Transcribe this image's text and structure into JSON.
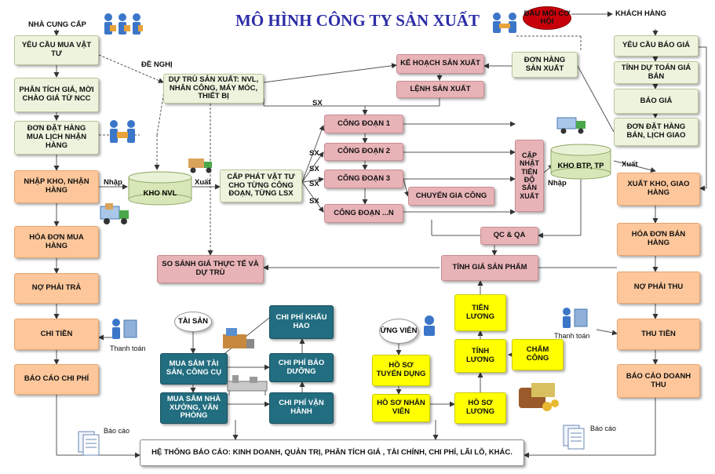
{
  "title": "MÔ HÌNH CÔNG TY SẢN XUẤT",
  "left_column": {
    "header": "NHÀ CUNG CẤP",
    "steps": [
      "YÊU CẦU MUA VẬT TƯ",
      "PHÂN TÍCH GIÁ, MỜI CHÀO GIÁ TỪ NCC",
      "ĐƠN ĐẶT HÀNG MUA LỊCH NHẬN HÀNG",
      "NHẬP KHO, NHẬN HÀNG",
      "HÓA ĐƠN MUA HÀNG",
      "NỢ PHẢI TRẢ",
      "CHI TIỀN",
      "BÁO CÁO CHI PHÍ"
    ]
  },
  "right_column": {
    "opportunity": "ĐẦU MỐI CƠ HỘI",
    "header": "KHÁCH HÀNG",
    "steps_top": [
      "YÊU CẦU BÁO GIÁ",
      "TÍNH DỰ TOÁN GIÁ BÁN",
      "BÁO GIÁ",
      "ĐƠN ĐẶT HÀNG BÁN, LỊCH GIAO"
    ],
    "steps_bottom": [
      "XUẤT KHO, GIAO HÀNG",
      "HÓA ĐƠN BÁN HÀNG",
      "NỢ PHẢI THU",
      "THU TIỀN",
      "BÁO CÁO DOANH THU"
    ]
  },
  "center": {
    "du_tru": "DỰ TRÙ SẢN XUẤT: NVL, NHÂN CÔNG, MÁY MÓC, THIẾT BỊ",
    "ke_hoach": "KẾ HOẠCH SẢN XUẤT",
    "lenh": "LỆNH SẢN XUẤT",
    "don_hang": "ĐƠN HÀNG SẢN XUẤT",
    "kho_nvl": "KHO NVL",
    "cap_phat": "CẤP PHÁT VẬT TƯ CHO TỪNG CÔNG ĐOẠN, TỪNG LSX",
    "cong_doan": [
      "CÔNG ĐOẠN 1",
      "CÔNG ĐOẠN 2",
      "CÔNG ĐOẠN 3",
      "CÔNG ĐOẠN ...N"
    ],
    "chuyen_gia_cong": "CHUYỂN GIA CÔNG",
    "cap_nhat": "CẬP NHẬT TIẾN ĐỘ SẢN XUẤT",
    "kho_btp": "KHO BTP, TP",
    "qc": "QC & QA",
    "tinh_gia": "TÍNH GIÁ SẢN PHẨM",
    "so_sanh": "SO SÁNH GIÁ THỰC TẾ VÀ DỰ TRÙ"
  },
  "assets": {
    "tai_san": "TÀI SẢN",
    "mua_sam_tai_san": "MUA SẮM TÀI SẢN, CÔNG CỤ",
    "mua_sam_nha": "MUA SẮM NHÀ XƯỞNG, VĂN PHÒNG",
    "khau_hao": "CHI PHÍ KHẤU HAO",
    "bao_duong": "CHI PHÍ BẢO DƯỠNG",
    "van_hanh": "CHI PHÍ VẬN HÀNH"
  },
  "hr": {
    "ung_vien": "ỨNG VIÊN",
    "ho_so_tuyen_dung": "HỒ SƠ TUYỂN DỤNG",
    "ho_so_nhan_vien": "HỒ SƠ NHÂN VIÊN",
    "ho_so_luong": "HỒ SƠ LƯƠNG",
    "tinh_luong": "TÍNH LƯƠNG",
    "tien_luong": "TIỀN LƯƠNG",
    "cham_cong": "CHẤM CÔNG"
  },
  "report": "HỆ THỐNG BÁO CÁO: KINH DOANH, QUẢN TRỊ, PHÂN TÍCH GIÁ , TÀI CHÍNH, CHI PHÍ, LÃI LỖ, KHÁC.",
  "labels": {
    "de_nghi": "ĐỀ NGHỊ",
    "sx": "SX",
    "nhap": "Nhập",
    "xuat": "Xuất",
    "thanh_toan": "Thanh toán",
    "bao_cao": "Báo cáo"
  },
  "colors": {
    "title": "#2c2ca8",
    "purchase_sales": "#fdc79b",
    "planning": "#edf3dd",
    "production": "#e8b3b7",
    "assets": "#226d80",
    "hr": "#ffff00",
    "opportunity": "#c8000a"
  }
}
